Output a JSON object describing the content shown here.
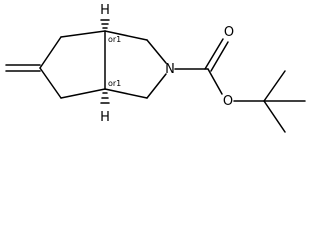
{
  "molecule": {
    "atoms": {
      "nitrogen": "N",
      "carbonyl_oxygen": "O",
      "ester_oxygen": "O",
      "hydrogen_top": "H",
      "hydrogen_bottom": "H"
    },
    "stereo_labels": {
      "top": "or1",
      "bottom": "or1"
    }
  }
}
